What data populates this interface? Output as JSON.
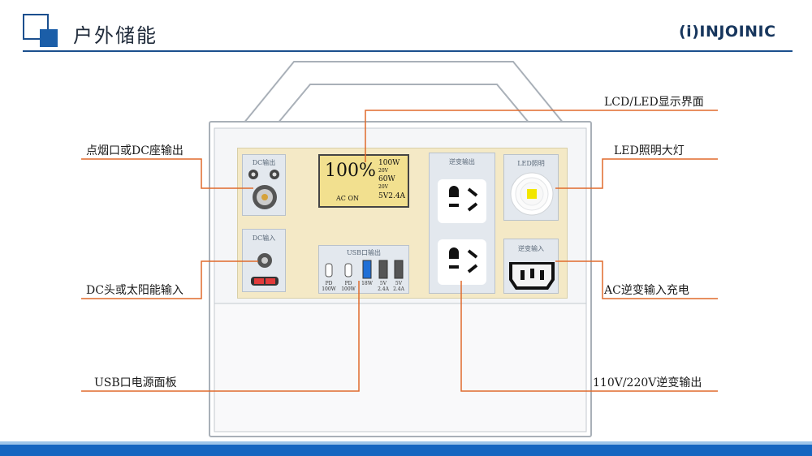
{
  "header": {
    "title": "户外储能",
    "logo": "(i)INJOINIC"
  },
  "panel": {
    "dc_out_label": "DC输出",
    "dc_in_label": "DC输入",
    "usb_label": "USB口输出",
    "inverter_out_label": "逆变输出",
    "led_label": "LED照明",
    "inverter_in_label": "逆变输入"
  },
  "lcd": {
    "percent": "100%",
    "row1_w": "100W",
    "row1_v": "20V",
    "row2_w": "60W",
    "row2_v": "20V",
    "ac_status": "AC ON",
    "usb_status": "5V2.4A"
  },
  "usb_ports": [
    {
      "line1": "PD",
      "line2": "100W"
    },
    {
      "line1": "PD",
      "line2": "100W"
    },
    {
      "line1": "18W",
      "line2": ""
    },
    {
      "line1": "5V",
      "line2": "2.4A"
    },
    {
      "line1": "5V",
      "line2": "2.4A"
    }
  ],
  "callouts": {
    "dc_output": "点烟口或DC座输出",
    "dc_input": "DC头或太阳能输入",
    "usb_panel": "USB口电源面板",
    "lcd": "LCD/LED显示界面",
    "led_light": "LED照明大灯",
    "ac_input": "AC逆变输入充电",
    "ac_output": "110V/220V逆变输出"
  },
  "colors": {
    "brand_blue": "#1b5ea8",
    "callout_line": "#e06a2c",
    "lcd_bg": "#f2e08f",
    "panel_face": "#f4e9c6"
  }
}
